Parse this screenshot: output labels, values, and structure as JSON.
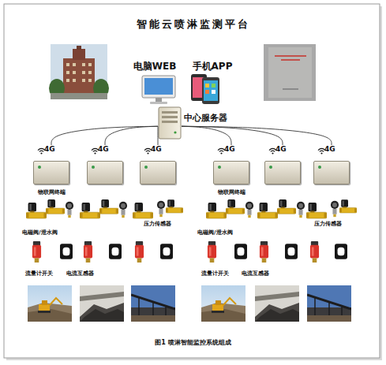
{
  "diagram": {
    "title": "智能云喷淋监测平台",
    "caption": "图1 喷淋智能监控系统组成",
    "nodes": [
      {
        "text": [
          "电脑WEB"
        ]
      },
      {
        "text": [
          "手机APP"
        ]
      },
      {
        "text": [
          "中心服务器"
        ]
      },
      {
        "text": [
          "4G",
          "物联网终端"
        ]
      },
      {
        "text": [
          "4G"
        ]
      },
      {
        "text": [
          "4G"
        ]
      },
      {
        "text": [
          "4G",
          "物联网终端"
        ]
      },
      {
        "text": [
          "4G"
        ]
      },
      {
        "text": [
          "4G"
        ]
      }
    ],
    "edges": [
      {
        "from": 2,
        "to": 3,
        "arrow": "none"
      },
      {
        "from": 2,
        "to": 4,
        "arrow": "none"
      },
      {
        "from": 2,
        "to": 5,
        "arrow": "none"
      },
      {
        "from": 2,
        "to": 6,
        "arrow": "none"
      },
      {
        "from": 2,
        "to": 7,
        "arrow": "none"
      },
      {
        "from": 2,
        "to": 8,
        "arrow": "none"
      }
    ],
    "labels": [
      "电磁阀/泄水阀",
      "压力传感器",
      "电磁阀/泄水阀",
      "压力传感器",
      "流量计开关",
      "电流互感器",
      "流量计开关",
      "电流互感器"
    ]
  }
}
